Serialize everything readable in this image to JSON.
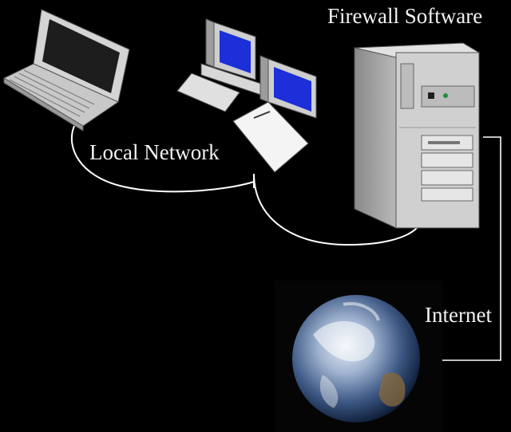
{
  "labels": {
    "firewall": "Firewall Software",
    "local_network": "Local Network",
    "internet": "Internet"
  },
  "nodes": [
    {
      "id": "laptop",
      "icon": "laptop-icon"
    },
    {
      "id": "workstations",
      "icon": "desktop-computers-icon"
    },
    {
      "id": "firewall-server",
      "icon": "server-tower-icon"
    },
    {
      "id": "internet",
      "icon": "earth-globe-icon"
    }
  ],
  "connections": [
    {
      "from": "laptop",
      "to": "firewall-server",
      "via": "local_network"
    },
    {
      "from": "workstations",
      "to": "firewall-server",
      "via": "local_network"
    },
    {
      "from": "firewall-server",
      "to": "internet",
      "via": "internet"
    }
  ],
  "colors": {
    "background": "#000000",
    "text": "#f2f2f2",
    "cable": "#ffffff",
    "screen_blue": "#1c2fd8",
    "equipment_gray": "#cfcfcf"
  }
}
